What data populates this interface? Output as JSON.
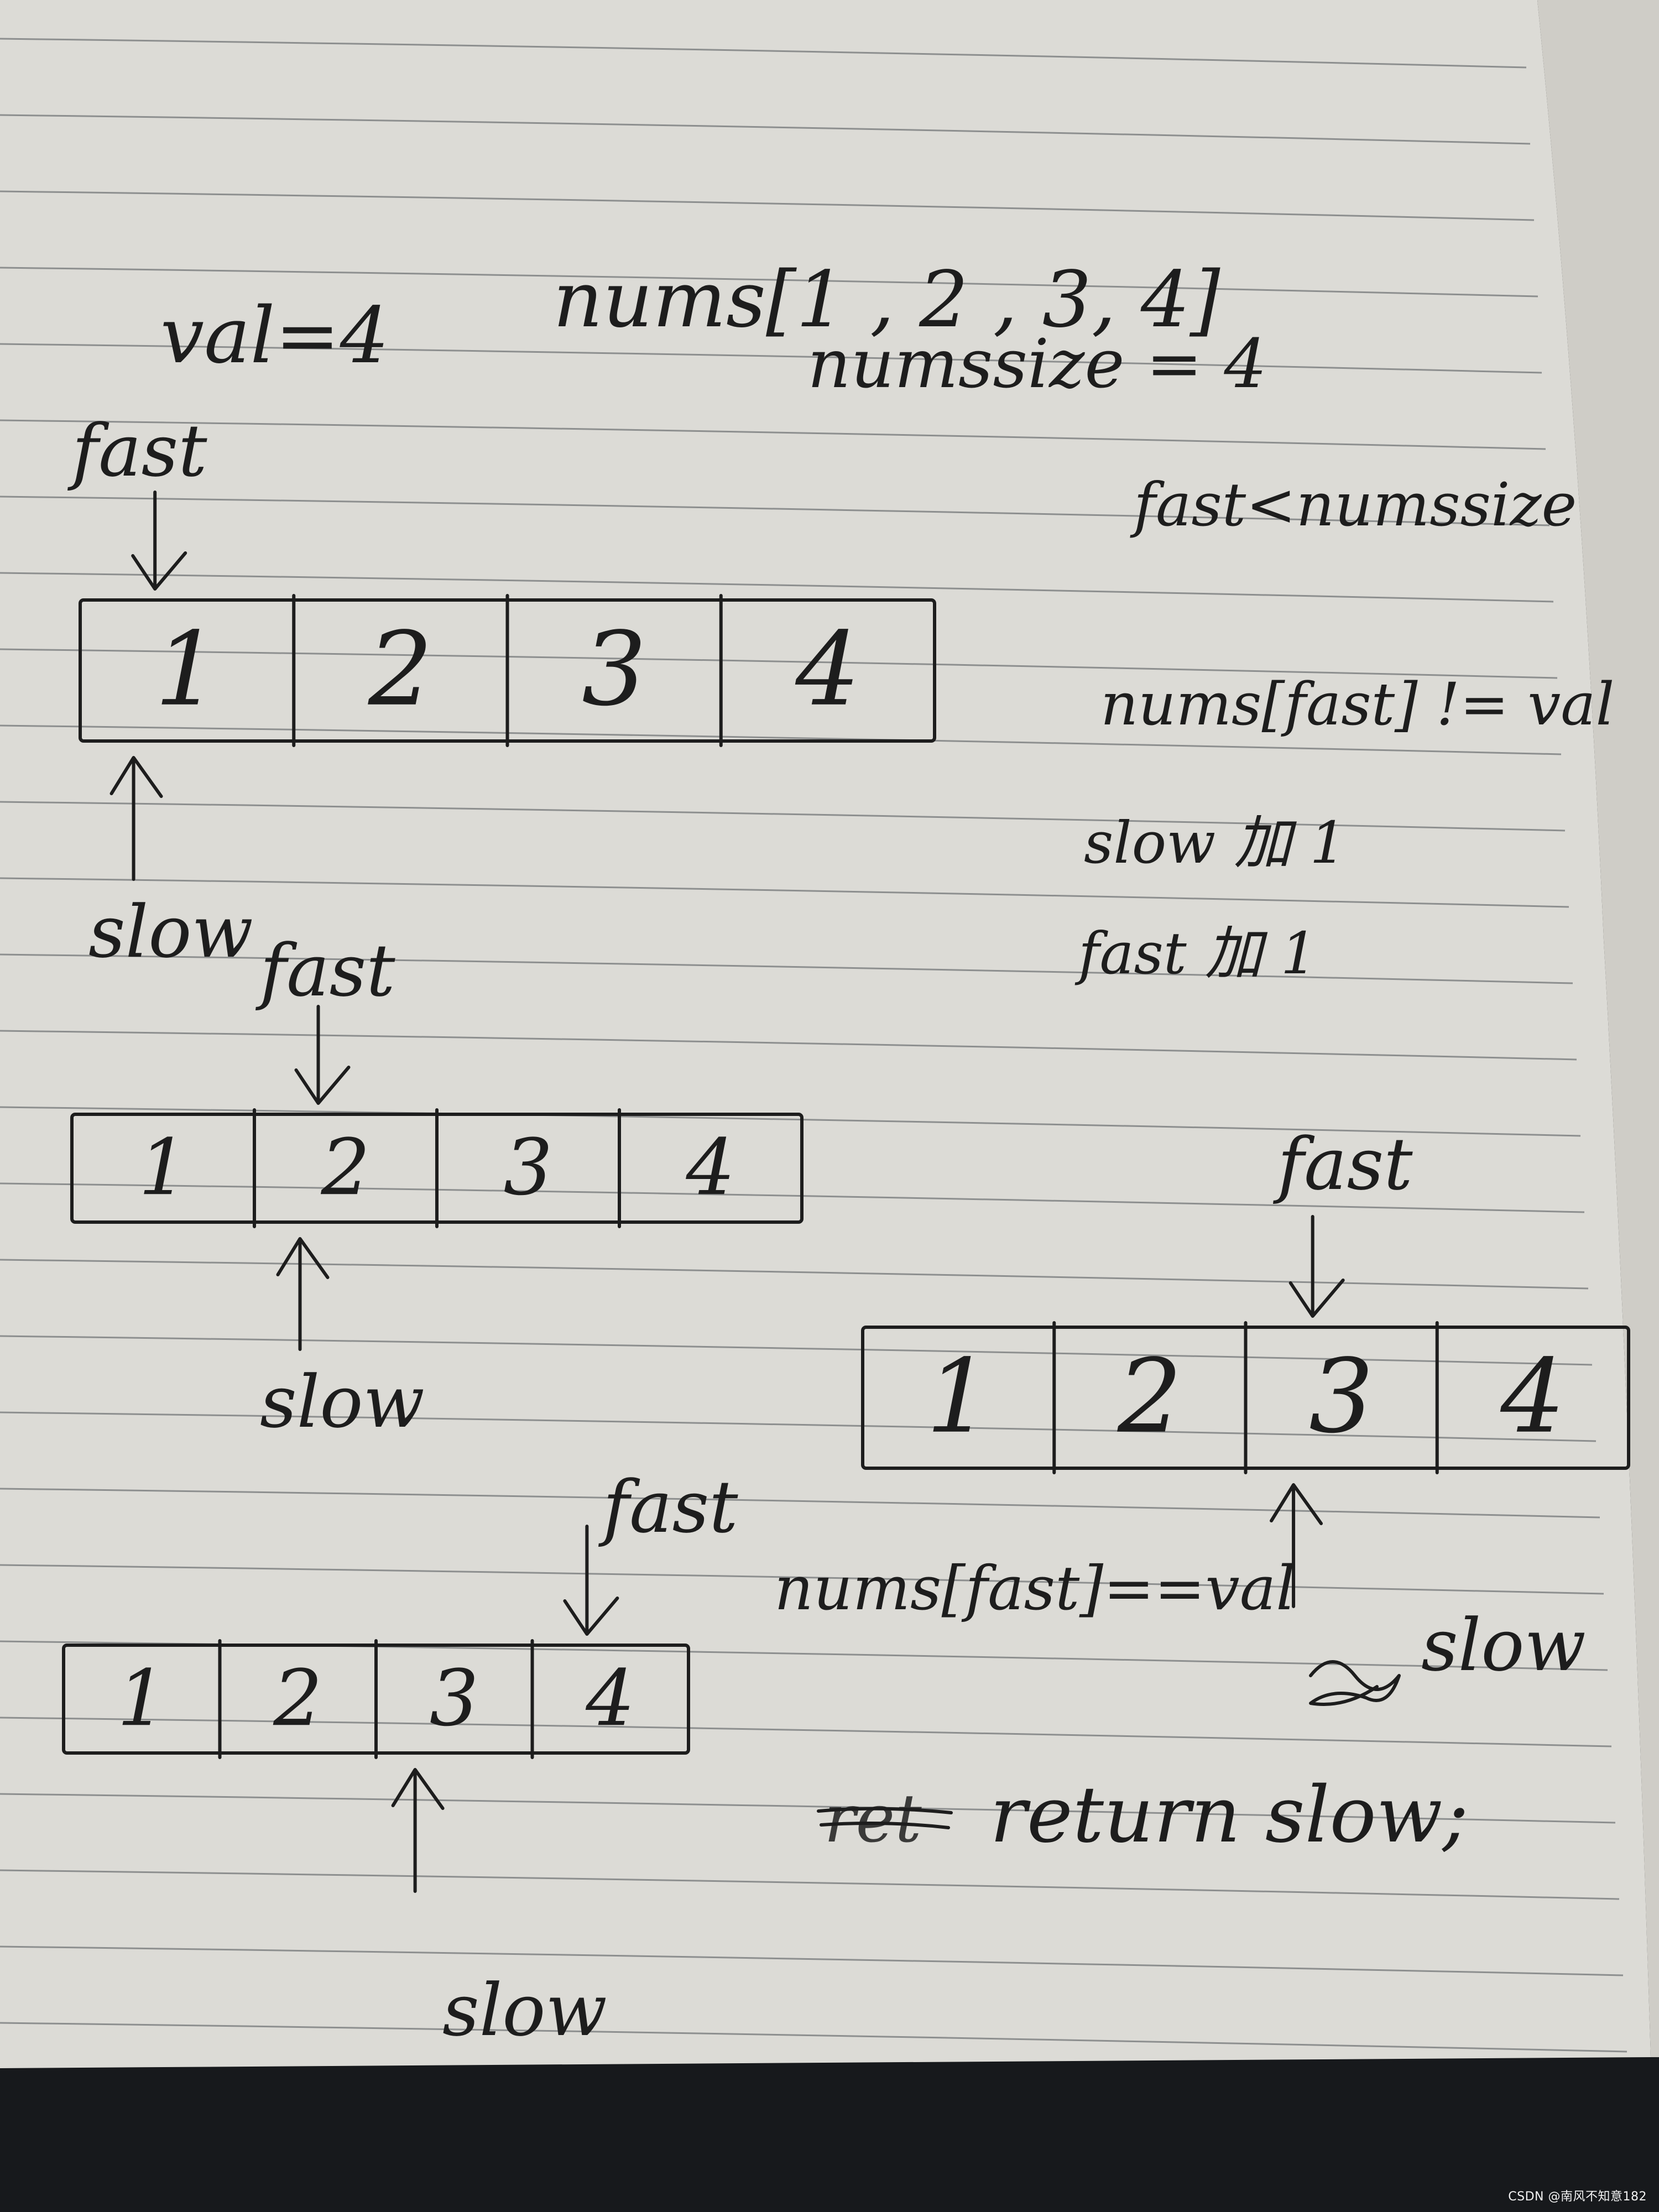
{
  "colors": {
    "paper": "#dcdbd6",
    "ink": "#1d1d1d",
    "rule": "#8d8f8f",
    "background": "#17191c"
  },
  "header": {
    "val": "val=4",
    "nums": "nums[1 , 2 , 3, 4]",
    "numssize": "numssize = 4"
  },
  "conditions": {
    "loop": "fast<numssize",
    "check": "nums[fast] != val",
    "step1": "slow 加 1",
    "step2": "fast 加 1"
  },
  "labels": {
    "fast": "fast",
    "slow": "slow"
  },
  "arrays": [
    {
      "cells": [
        "1",
        "2",
        "3",
        "4"
      ],
      "fast_index": 0,
      "slow_index": 0
    },
    {
      "cells": [
        "1",
        "2",
        "3",
        "4"
      ],
      "fast_index": 1,
      "slow_index": 1
    },
    {
      "cells": [
        "1",
        "2",
        "3",
        "4"
      ],
      "fast_index": 2,
      "slow_index": 2
    },
    {
      "cells": [
        "1",
        "2",
        "3",
        "4"
      ],
      "fast_index": 3,
      "slow_index": 2
    }
  ],
  "notes": {
    "equal": "nums[fast]==val",
    "struck": "ret",
    "return": "return slow;"
  },
  "watermark": "CSDN @南风不知意182"
}
